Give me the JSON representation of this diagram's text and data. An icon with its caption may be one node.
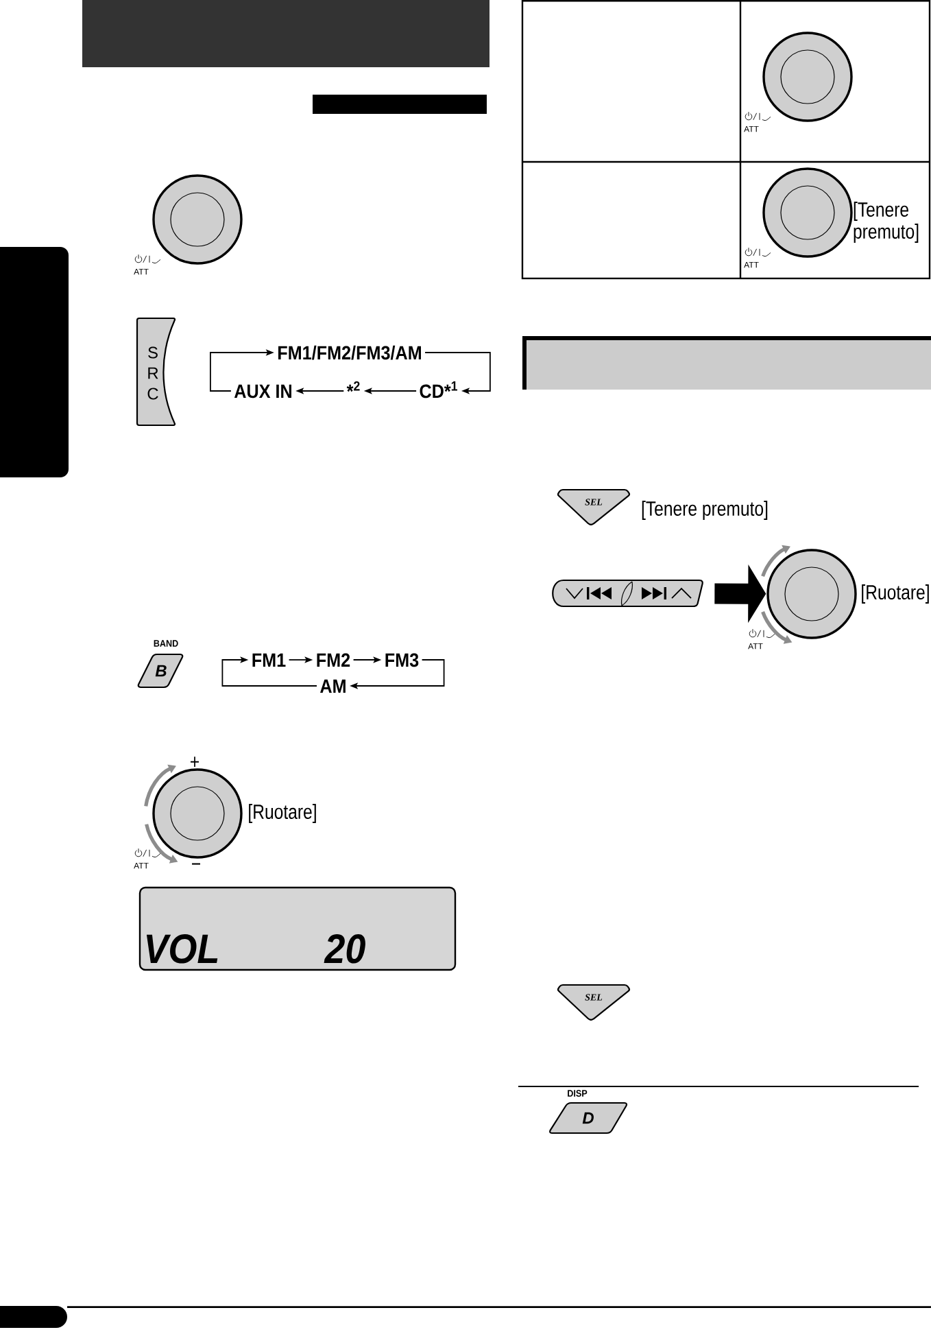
{
  "diagram": {
    "nodes": [
      {
        "text": [],
        "shape": "bar"
      },
      {
        "text": [],
        "shape": "box"
      },
      {
        "text": [
          "S R C"
        ]
      },
      {
        "text": [
          "FM1/FM2/FM3/AM"
        ]
      },
      {
        "text": [
          "AUX IN"
        ]
      },
      {
        "text": [
          "*$^{2}$"
        ]
      },
      {
        "text": [
          "CD*$^{1}$"
        ]
      },
      {
        "text": [
          "BAND",
          "B"
        ]
      },
      {
        "text": [
          "FM1"
        ]
      },
      {
        "text": [
          "FM2"
        ]
      },
      {
        "text": [
          "FM3"
        ]
      },
      {
        "text": [
          "AM"
        ]
      },
      {
        "text": [
          "VOL",
          "20"
        ]
      },
      {
        "text": [
          "SEL"
        ],
        "beside": [
          "[Tenere premuto]"
        ]
      },
      {
        "text": [],
        "shape": "picture"
      },
      {
        "text": [],
        "shape": "circle",
        "beside": [
          "[Ruotare]",
          "ATT"
        ]
      },
      {
        "text": [
          "SEL"
        ]
      },
      {
        "text": [
          "DISP",
          "D"
        ]
      }
    ],
    "edges": [
      {
        "from": 3,
        "to": 6,
        "arrow": "to"
      },
      {
        "from": 6,
        "to": 5,
        "arrow": "to"
      },
      {
        "from": 5,
        "to": 4,
        "arrow": "to"
      },
      {
        "from": 4,
        "to": 3,
        "arrow": "to"
      },
      {
        "from": 8,
        "to": 9,
        "arrow": "to"
      },
      {
        "from": 9,
        "to": 10,
        "arrow": "to"
      },
      {
        "from": 10,
        "to": 11,
        "arrow": "to"
      },
      {
        "from": 11,
        "to": 8,
        "arrow": "to"
      },
      {
        "from": 14,
        "to": 15,
        "arrow": "to",
        "style": "thick"
      }
    ],
    "labels": [
      "ATT",
      "+",
      "[Ruotare]",
      "ATT",
      "−",
      "ATT",
      "[Tenere premuto]",
      "ATT"
    ]
  }
}
